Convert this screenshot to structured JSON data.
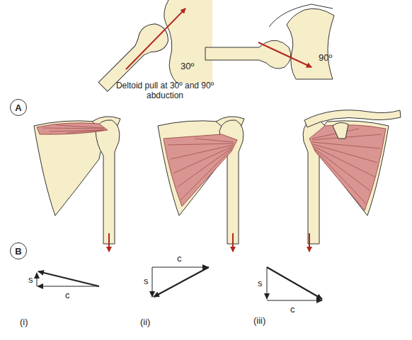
{
  "diagram": {
    "nodes": [
      {
        "text": [
          "A"
        ]
      },
      {
        "text": [
          "B"
        ]
      }
    ],
    "labels": [
      "Deltoid pull at 30º and 90º abduction",
      "30º",
      "90º",
      "(i)",
      "s",
      "c",
      "(ii)",
      "c",
      "s",
      "(iii)",
      "s",
      "c"
    ]
  }
}
